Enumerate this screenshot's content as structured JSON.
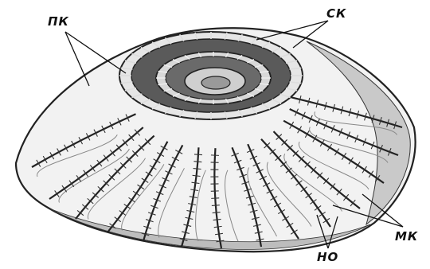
{
  "labels": {
    "pk": "ПК",
    "sk": "СК",
    "mk": "МК",
    "no": "НО"
  }
}
